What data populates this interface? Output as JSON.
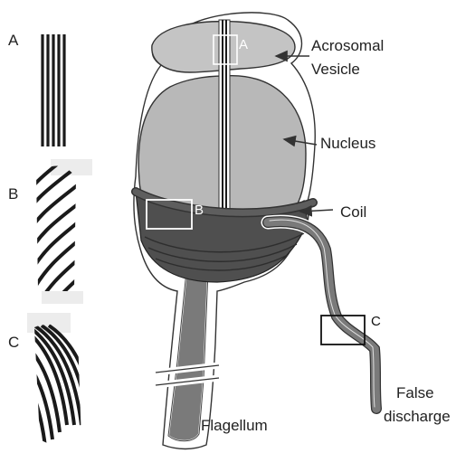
{
  "figure": {
    "panel_labels": [
      "A",
      "B",
      "C"
    ],
    "inset_labels": [
      "A",
      "B",
      "C"
    ],
    "callouts": {
      "acrosomal_vesicle": "Acrosomal\nVesicle",
      "nucleus": "Nucleus",
      "coil": "Coil",
      "flagellum": "Flagellum",
      "false_discharge": "False\ndischarge"
    }
  },
  "colors": {
    "membrane": "#ffffff",
    "outline": "#333333",
    "acrosome": "#c4c4c4",
    "nucleus": "#b8b8b8",
    "coil_dark": "#4f4f4f",
    "tube": "#7a7a7a",
    "strand": "#1a1a1a"
  },
  "icons": {
    "arrow": "arrow-icon"
  }
}
